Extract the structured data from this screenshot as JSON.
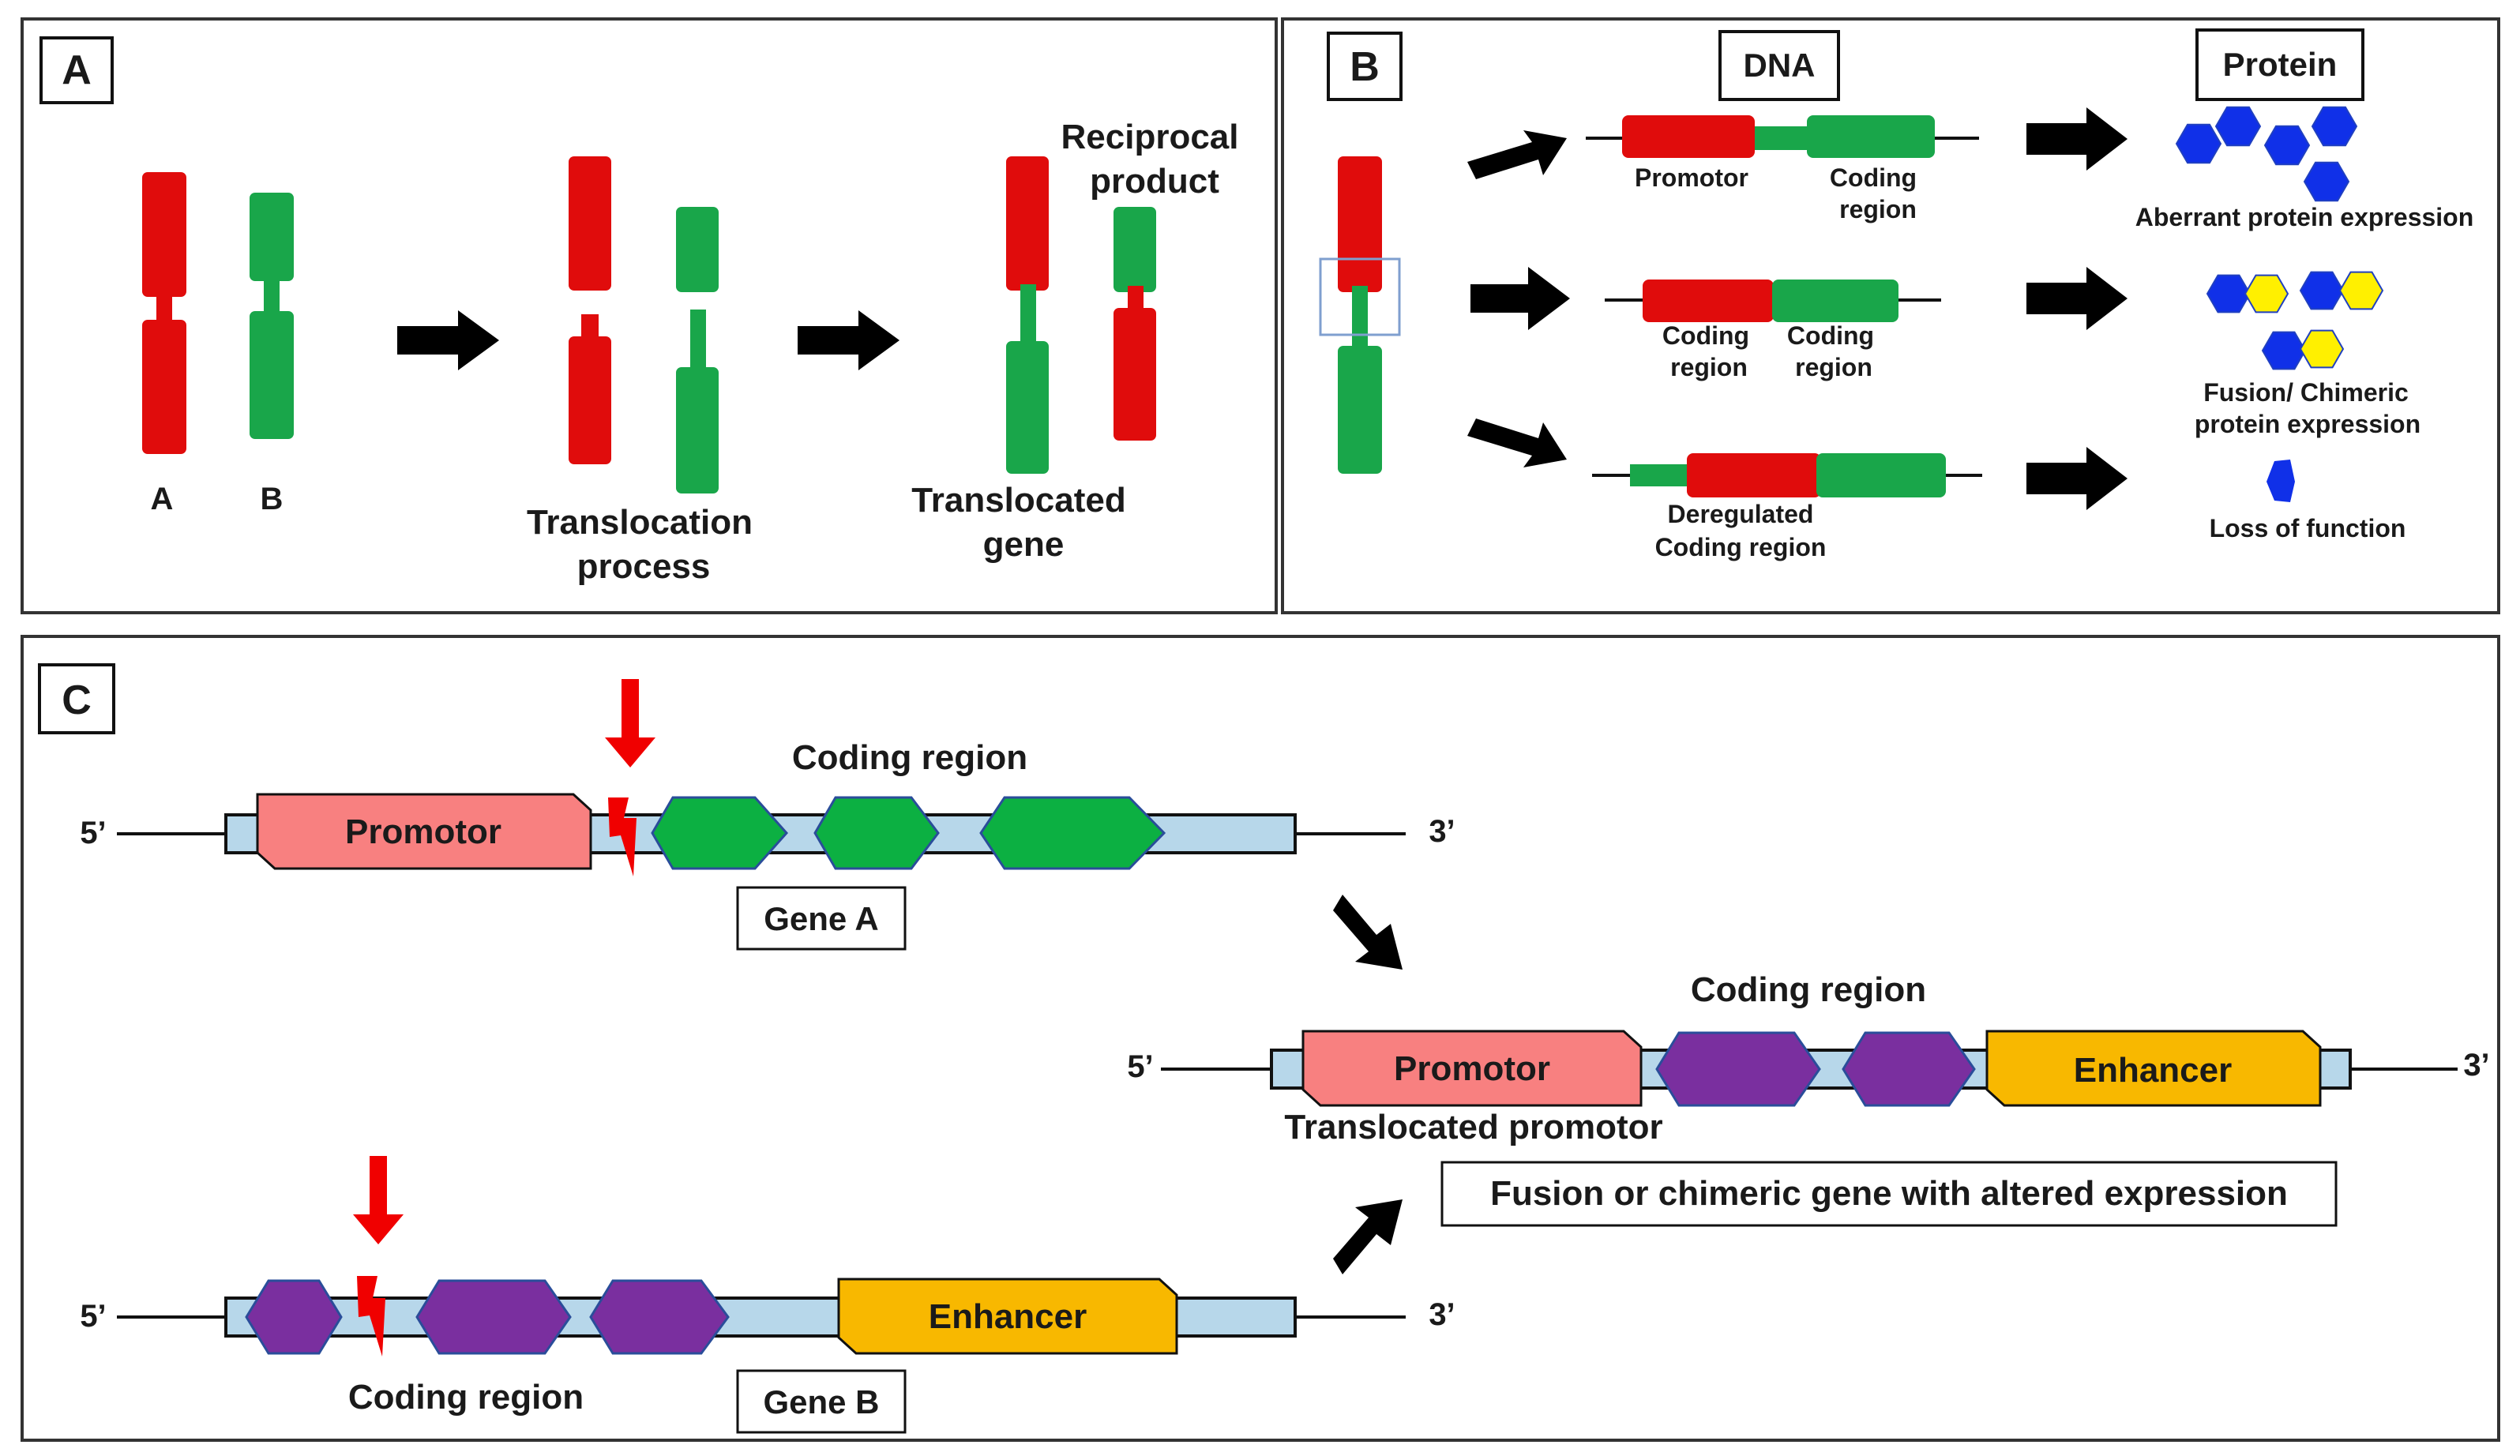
{
  "colors": {
    "chrom_a": "#e00c0c",
    "chrom_b": "#19a64a",
    "promotor_box": "#f88080",
    "enhancer_box": "#f8b800",
    "gene_a_exon": "#0cb042",
    "gene_b_exon": "#7a2f9f",
    "backbone": "#b7d7ea",
    "protein_blue": "#1030e8",
    "protein_yellow": "#fff000",
    "breakpoint": "#f00000",
    "arrow": "#000000",
    "selection_box": "#7f9fcf"
  },
  "icons": {
    "arrows": "block-arrow-icon",
    "breakpoint": "lightning-bolt-icon",
    "cut_marker": "down-arrow-icon",
    "protein": "hexagon-icon"
  },
  "panel_a": {
    "tag": "A",
    "chrom_a_label": "A",
    "chrom_b_label": "B",
    "process_label_1": "Translocation",
    "process_label_2": "process",
    "reciprocal_label_1": "Reciprocal",
    "reciprocal_label_2": "product",
    "translocated_label_1": "Translocated",
    "translocated_label_2": "gene"
  },
  "panel_b": {
    "tag": "B",
    "dna_header": "DNA",
    "protein_header": "Protein",
    "row1": {
      "label_promotor": "Promotor",
      "label_coding_1": "Coding",
      "label_coding_2": "region",
      "outcome": "Aberrant protein expression"
    },
    "row2": {
      "label_left_1": "Coding",
      "label_left_2": "region",
      "label_right_1": "Coding",
      "label_right_2": "region",
      "outcome_1": "Fusion/ Chimeric",
      "outcome_2": "protein expression"
    },
    "row3": {
      "label_1": "Deregulated",
      "label_2": "Coding region",
      "outcome": "Loss of function"
    }
  },
  "panel_c": {
    "tag": "C",
    "gene_a": {
      "five_prime": "5’",
      "three_prime": "3’",
      "promotor": "Promotor",
      "coding_label": "Coding region",
      "name": "Gene A"
    },
    "gene_b": {
      "five_prime": "5’",
      "three_prime": "3’",
      "enhancer": "Enhancer",
      "coding_label": "Coding region",
      "name": "Gene B"
    },
    "fusion": {
      "five_prime": "5’",
      "three_prime": "3’",
      "promotor": "Promotor",
      "enhancer": "Enhancer",
      "coding_label": "Coding region",
      "translocated_label": "Translocated promotor",
      "caption": "Fusion or chimeric gene with altered expression"
    }
  }
}
